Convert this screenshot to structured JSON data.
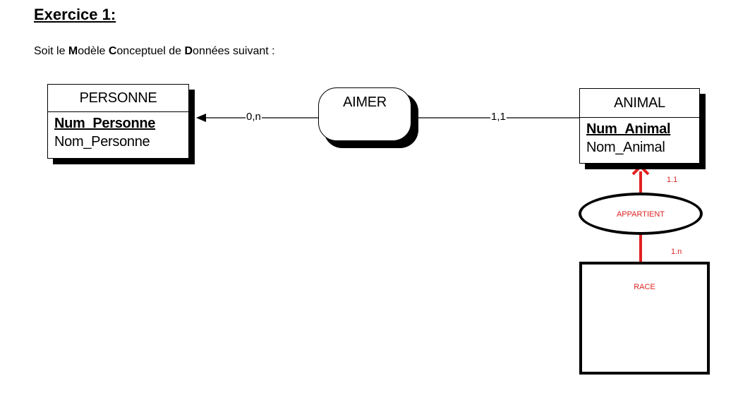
{
  "heading": "Exercice 1:",
  "intro": {
    "p1": "Soit le ",
    "b1": "M",
    "p2": "odèle ",
    "b2": "C",
    "p3": "onceptuel de ",
    "b3": "D",
    "p4": "onnées suivant :"
  },
  "personne": {
    "name": "PERSONNE",
    "key": "Num_Personne",
    "attr": "Nom_Personne"
  },
  "animal": {
    "name": "ANIMAL",
    "key": "Num_Animal",
    "attr": "Nom_Animal"
  },
  "aimer": {
    "name": "AIMER",
    "card_personne": "0,n",
    "card_animal": "1,1"
  },
  "appartient": {
    "name": "APPARTIENT",
    "card_animal": "1.1",
    "card_race": "1.n"
  },
  "race": {
    "name": "RACE"
  },
  "colors": {
    "annotation": "#dd2222",
    "line": "#000000"
  }
}
